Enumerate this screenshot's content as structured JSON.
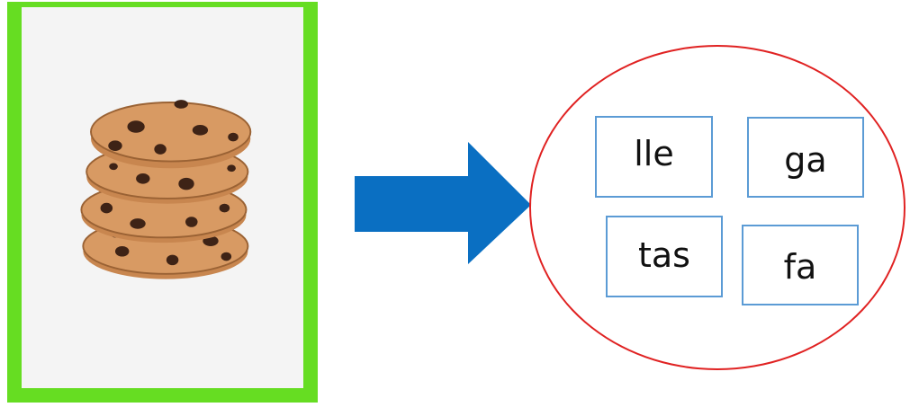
{
  "picture": {
    "icon": "cookie-stack-icon",
    "colors": {
      "card_border": "#66dd22",
      "card_bg": "#f4f4f4",
      "cookie_fill": "#d89a63",
      "cookie_edge": "#b97a48",
      "chocolate_chip": "#3e2316"
    }
  },
  "arrow": {
    "icon": "right-arrow-icon",
    "color": "#0a6fc2"
  },
  "answer_area": {
    "circle_color": "#e02222",
    "box_border_color": "#5b9bd5",
    "syllables": [
      "lle",
      "ga",
      "tas",
      "fa"
    ]
  }
}
